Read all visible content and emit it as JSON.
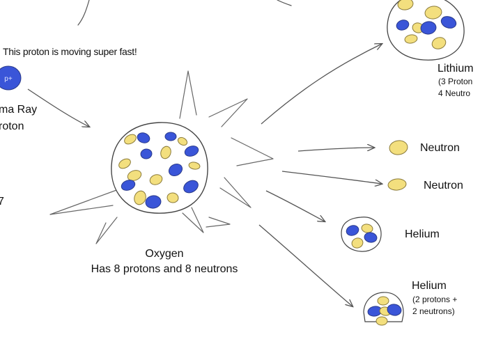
{
  "colors": {
    "proton": "#3a55d8",
    "neutron": "#f3df7e",
    "particle_stroke": "#8a7a3a",
    "sketch_line": "#555555",
    "background": "#ffffff"
  },
  "incoming": {
    "note": "This proton is moving super fast!",
    "particle_label": "p+",
    "label_line1": "ma Ray",
    "label_line2": "roton",
    "stray_char": "7"
  },
  "target": {
    "name": "Oxygen",
    "description": "Has 8 protons and 8 neutrons",
    "protons": 8,
    "neutrons": 8
  },
  "products": [
    {
      "name": "Lithium",
      "detail_line1": "(3 Proton",
      "detail_line2": "4 Neutro",
      "protons": 3,
      "neutrons": 4
    },
    {
      "name": "Neutron",
      "detail_line1": "",
      "detail_line2": "",
      "protons": 0,
      "neutrons": 1
    },
    {
      "name": "Neutron",
      "detail_line1": "",
      "detail_line2": "",
      "protons": 0,
      "neutrons": 1
    },
    {
      "name": "Helium",
      "detail_line1": "",
      "detail_line2": "",
      "protons": 2,
      "neutrons": 2
    },
    {
      "name": "Helium",
      "detail_line1": "(2 protons +",
      "detail_line2": "2 neutrons)",
      "protons": 2,
      "neutrons": 2
    }
  ]
}
